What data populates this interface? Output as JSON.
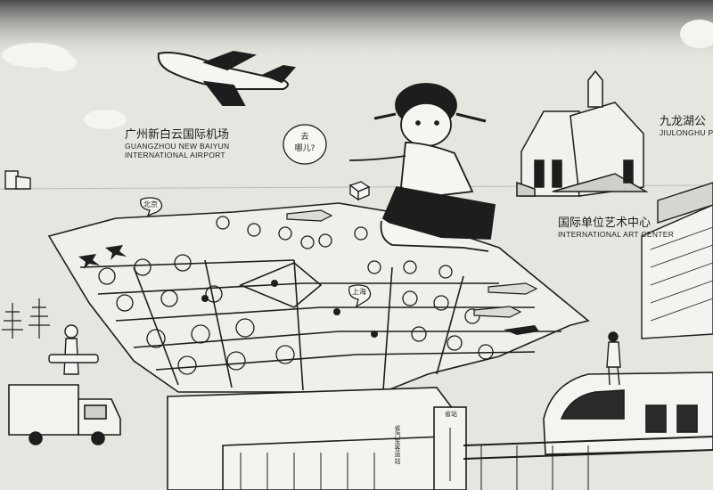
{
  "labels": {
    "airport": {
      "zh": "广州新白云国际机场",
      "en_line1": "GUANGZHOU NEW BAIYUN",
      "en_line2": "INTERNATIONAL AIRPORT"
    },
    "park": {
      "zh": "九龙湖公",
      "en": "JIULONGHU P"
    },
    "art_center": {
      "zh": "国际单位艺术中心",
      "en": "INTERNATIONAL ART CENTER"
    }
  },
  "bubbles": {
    "girl_line1": "去",
    "girl_line2": "哪儿?",
    "beijing": "北京",
    "shanghai": "上海"
  },
  "signs": {
    "bus_station": "省汽车客运站",
    "station_short": "省站"
  },
  "colors": {
    "background": "#e7e5df",
    "ink": "#1d1d1d",
    "sky_dark": "#5a5a5a",
    "paper": "#f3f2ee"
  }
}
